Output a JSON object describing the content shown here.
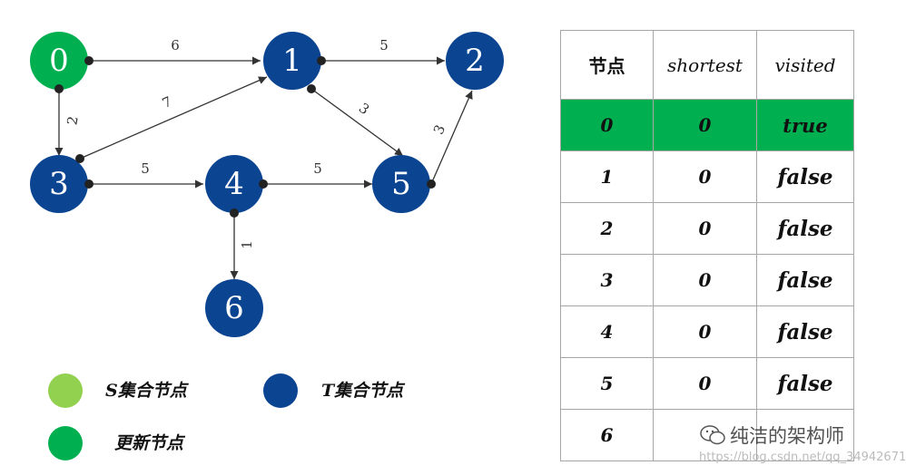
{
  "colors": {
    "s_set": "#92d050",
    "t_set": "#0b4592",
    "updated": "#00b050",
    "edge": "#333333"
  },
  "graph": {
    "nodes": [
      {
        "id": "0",
        "set": "updated"
      },
      {
        "id": "1",
        "set": "t_set"
      },
      {
        "id": "2",
        "set": "t_set"
      },
      {
        "id": "3",
        "set": "t_set"
      },
      {
        "id": "4",
        "set": "t_set"
      },
      {
        "id": "5",
        "set": "t_set"
      },
      {
        "id": "6",
        "set": "t_set"
      }
    ],
    "edges": [
      {
        "from": "0",
        "to": "1",
        "weight": "6"
      },
      {
        "from": "1",
        "to": "2",
        "weight": "5"
      },
      {
        "from": "0",
        "to": "3",
        "weight": "2"
      },
      {
        "from": "3",
        "to": "1",
        "weight": "7"
      },
      {
        "from": "1",
        "to": "5",
        "weight": "3"
      },
      {
        "from": "5",
        "to": "2",
        "weight": "3"
      },
      {
        "from": "3",
        "to": "4",
        "weight": "5"
      },
      {
        "from": "4",
        "to": "5",
        "weight": "5"
      },
      {
        "from": "4",
        "to": "6",
        "weight": "1"
      }
    ]
  },
  "legend": {
    "s_set_label": "S集合节点",
    "t_set_label": "T集合节点",
    "updated_label": "更新节点"
  },
  "table": {
    "headers": {
      "node": "节点",
      "shortest": "shortest",
      "visited": "visited"
    },
    "rows": [
      {
        "node": "0",
        "shortest": "0",
        "visited": "true"
      },
      {
        "node": "1",
        "shortest": "0",
        "visited": "false"
      },
      {
        "node": "2",
        "shortest": "0",
        "visited": "false"
      },
      {
        "node": "3",
        "shortest": "0",
        "visited": "false"
      },
      {
        "node": "4",
        "shortest": "0",
        "visited": "false"
      },
      {
        "node": "5",
        "shortest": "0",
        "visited": "false"
      },
      {
        "node": "6",
        "shortest": "",
        "visited": ""
      }
    ]
  },
  "watermark": {
    "main": "纯洁的架构师",
    "sub": "https://blog.csdn.net/qq_34942671"
  }
}
